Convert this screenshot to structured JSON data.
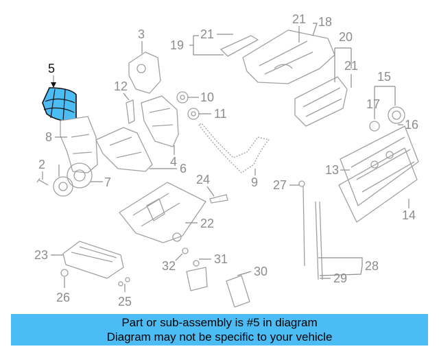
{
  "highlight_color": "#4cbcf4",
  "footer": {
    "line1": "Part or sub-assembly is #5 in diagram",
    "line2": "Diagram may not be specific to your vehicle"
  },
  "callouts": {
    "c2": "2",
    "c3": "3",
    "c4": "4",
    "c5": "5",
    "c6": "6",
    "c7": "7",
    "c8": "8",
    "c9": "9",
    "c10": "10",
    "c11": "11",
    "c12": "12",
    "c13": "13",
    "c14": "14",
    "c15": "15",
    "c16": "16",
    "c17": "17",
    "c18": "18",
    "c19": "19",
    "c20": "20",
    "c21a": "21",
    "c21b": "21",
    "c21c": "21",
    "c22": "22",
    "c23": "23",
    "c24": "24",
    "c25": "25",
    "c26": "26",
    "c27": "27",
    "c28": "28",
    "c29": "29",
    "c30": "30",
    "c31": "31",
    "c32": "32"
  }
}
